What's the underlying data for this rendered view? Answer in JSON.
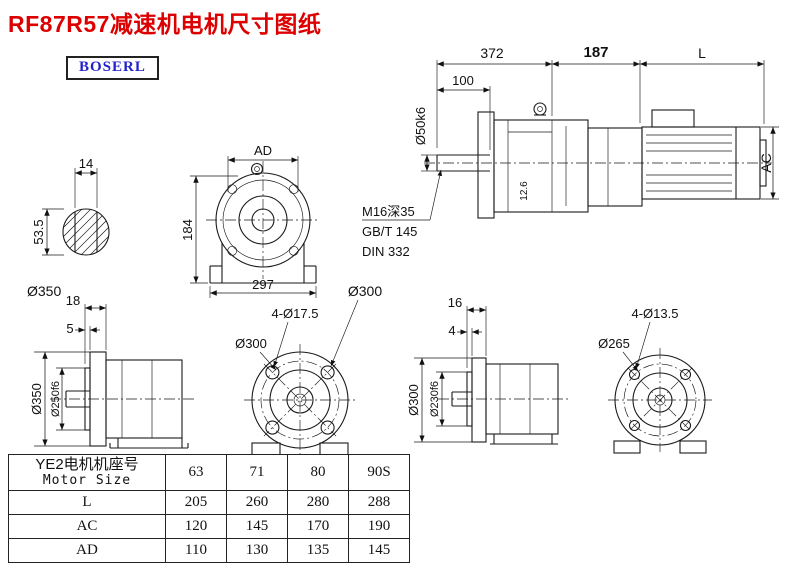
{
  "page": {
    "title": "RF87R57减速机电机尺寸图纸",
    "brand": "BOSERL"
  },
  "dims": {
    "shaft_section": {
      "w": "14",
      "h": "53.5"
    },
    "front_view": {
      "ad": "AD",
      "h": "184",
      "w": "297"
    },
    "side_view": {
      "d372": "372",
      "d187": "187",
      "dL": "L",
      "d100": "100",
      "shaft": "Ø50k6",
      "ac": "AC",
      "t": "12.6",
      "note1": "M16深35",
      "note2": "GB/T 145",
      "note3": "DIN 332"
    },
    "flange_a_side": {
      "d18": "18",
      "d5": "5",
      "od": "Ø350",
      "spigot": "Ø250f6"
    },
    "flange_a_front": {
      "outer": "Ø300",
      "bolt": "Ø300",
      "holes": "4-Ø17.5"
    },
    "flange_b_side": {
      "d16": "16",
      "d4": "4",
      "od": "Ø300",
      "spigot": "Ø230f6"
    },
    "flange_b_front": {
      "bolt": "Ø265",
      "holes": "4-Ø13.5"
    }
  },
  "table": {
    "header": {
      "line1": "YE2电机机座号",
      "line2": "Motor Size"
    },
    "sizes": [
      "63",
      "71",
      "80",
      "90S"
    ],
    "rows": [
      {
        "label": "L",
        "values": [
          "205",
          "260",
          "280",
          "288"
        ]
      },
      {
        "label": "AC",
        "values": [
          "120",
          "145",
          "170",
          "190"
        ]
      },
      {
        "label": "AD",
        "values": [
          "110",
          "130",
          "135",
          "145"
        ]
      }
    ]
  }
}
